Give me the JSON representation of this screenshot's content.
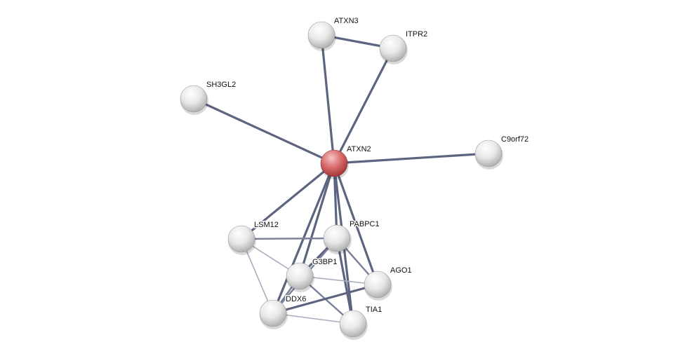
{
  "nodes": [
    {
      "id": "ATXN3",
      "label": "ATXN3",
      "query": false
    },
    {
      "id": "ITPR2",
      "label": "ITPR2",
      "query": false
    },
    {
      "id": "SH3GL2",
      "label": "SH3GL2",
      "query": false
    },
    {
      "id": "ATXN2",
      "label": "ATXN2",
      "query": true
    },
    {
      "id": "C9orf72",
      "label": "C9orf72",
      "query": false
    },
    {
      "id": "LSM12",
      "label": "LSM12",
      "query": false
    },
    {
      "id": "PABPC1",
      "label": "PABPC1",
      "query": false
    },
    {
      "id": "G3BP1",
      "label": "G3BP1",
      "query": false
    },
    {
      "id": "AGO1",
      "label": "AGO1",
      "query": false
    },
    {
      "id": "DDX6",
      "label": "DDX6",
      "query": false
    },
    {
      "id": "TIA1",
      "label": "TIA1",
      "query": false
    }
  ],
  "edges": [
    {
      "a": "ATXN3",
      "b": "ITPR2",
      "strength": "strong"
    },
    {
      "a": "ATXN3",
      "b": "ATXN2",
      "strength": "strong"
    },
    {
      "a": "ITPR2",
      "b": "ATXN2",
      "strength": "strong"
    },
    {
      "a": "SH3GL2",
      "b": "ATXN2",
      "strength": "strong"
    },
    {
      "a": "C9orf72",
      "b": "ATXN2",
      "strength": "strong"
    },
    {
      "a": "ATXN2",
      "b": "LSM12",
      "strength": "strong"
    },
    {
      "a": "ATXN2",
      "b": "PABPC1",
      "strength": "strong"
    },
    {
      "a": "ATXN2",
      "b": "G3BP1",
      "strength": "strong"
    },
    {
      "a": "ATXN2",
      "b": "DDX6",
      "strength": "strong"
    },
    {
      "a": "ATXN2",
      "b": "AGO1",
      "strength": "strong"
    },
    {
      "a": "ATXN2",
      "b": "TIA1",
      "strength": "strong"
    },
    {
      "a": "LSM12",
      "b": "PABPC1",
      "strength": "medium"
    },
    {
      "a": "LSM12",
      "b": "G3BP1",
      "strength": "weak"
    },
    {
      "a": "LSM12",
      "b": "DDX6",
      "strength": "weak"
    },
    {
      "a": "PABPC1",
      "b": "G3BP1",
      "strength": "strong"
    },
    {
      "a": "PABPC1",
      "b": "AGO1",
      "strength": "medium"
    },
    {
      "a": "PABPC1",
      "b": "TIA1",
      "strength": "strong"
    },
    {
      "a": "PABPC1",
      "b": "DDX6",
      "strength": "medium"
    },
    {
      "a": "G3BP1",
      "b": "AGO1",
      "strength": "weak"
    },
    {
      "a": "G3BP1",
      "b": "TIA1",
      "strength": "medium"
    },
    {
      "a": "G3BP1",
      "b": "DDX6",
      "strength": "medium"
    },
    {
      "a": "DDX6",
      "b": "AGO1",
      "strength": "strong"
    },
    {
      "a": "DDX6",
      "b": "TIA1",
      "strength": "weak"
    }
  ],
  "colors": {
    "edge_strong": "#5c6480",
    "edge_medium": "#7a8099",
    "edge_weak": "#a9adbf",
    "node": "#e6e6e6",
    "query_node": "#d05f5f"
  }
}
